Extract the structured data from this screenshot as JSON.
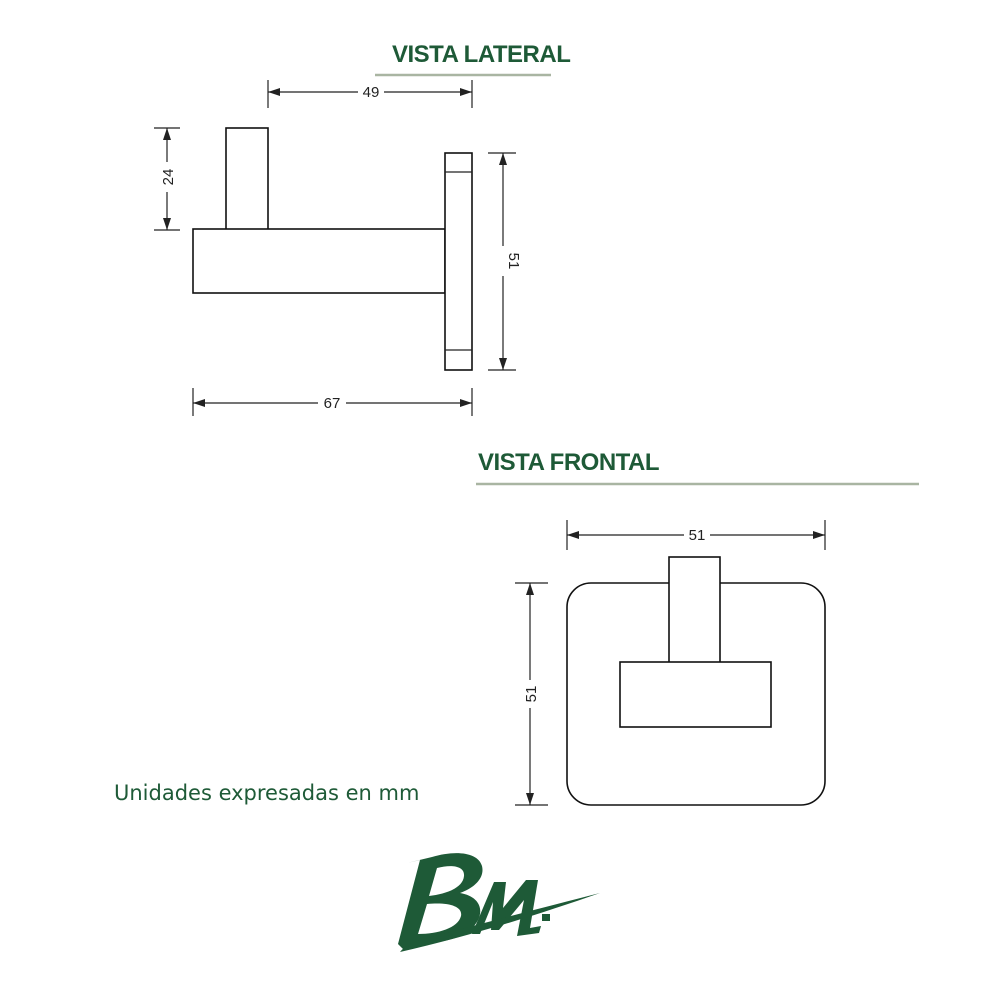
{
  "colors": {
    "brand_green": "#1e5a37",
    "title_underline": "#a9b5a2",
    "line": "#111111"
  },
  "lateral": {
    "title": "VISTA LATERAL",
    "dims": {
      "top_width": "49",
      "post_height": "24",
      "plate_height": "51",
      "total_length": "67"
    }
  },
  "frontal": {
    "title": "VISTA FRONTAL",
    "dims": {
      "width": "51",
      "height": "51"
    }
  },
  "note": "Unidades expresadas en mm",
  "logo": {
    "text": "BM."
  }
}
